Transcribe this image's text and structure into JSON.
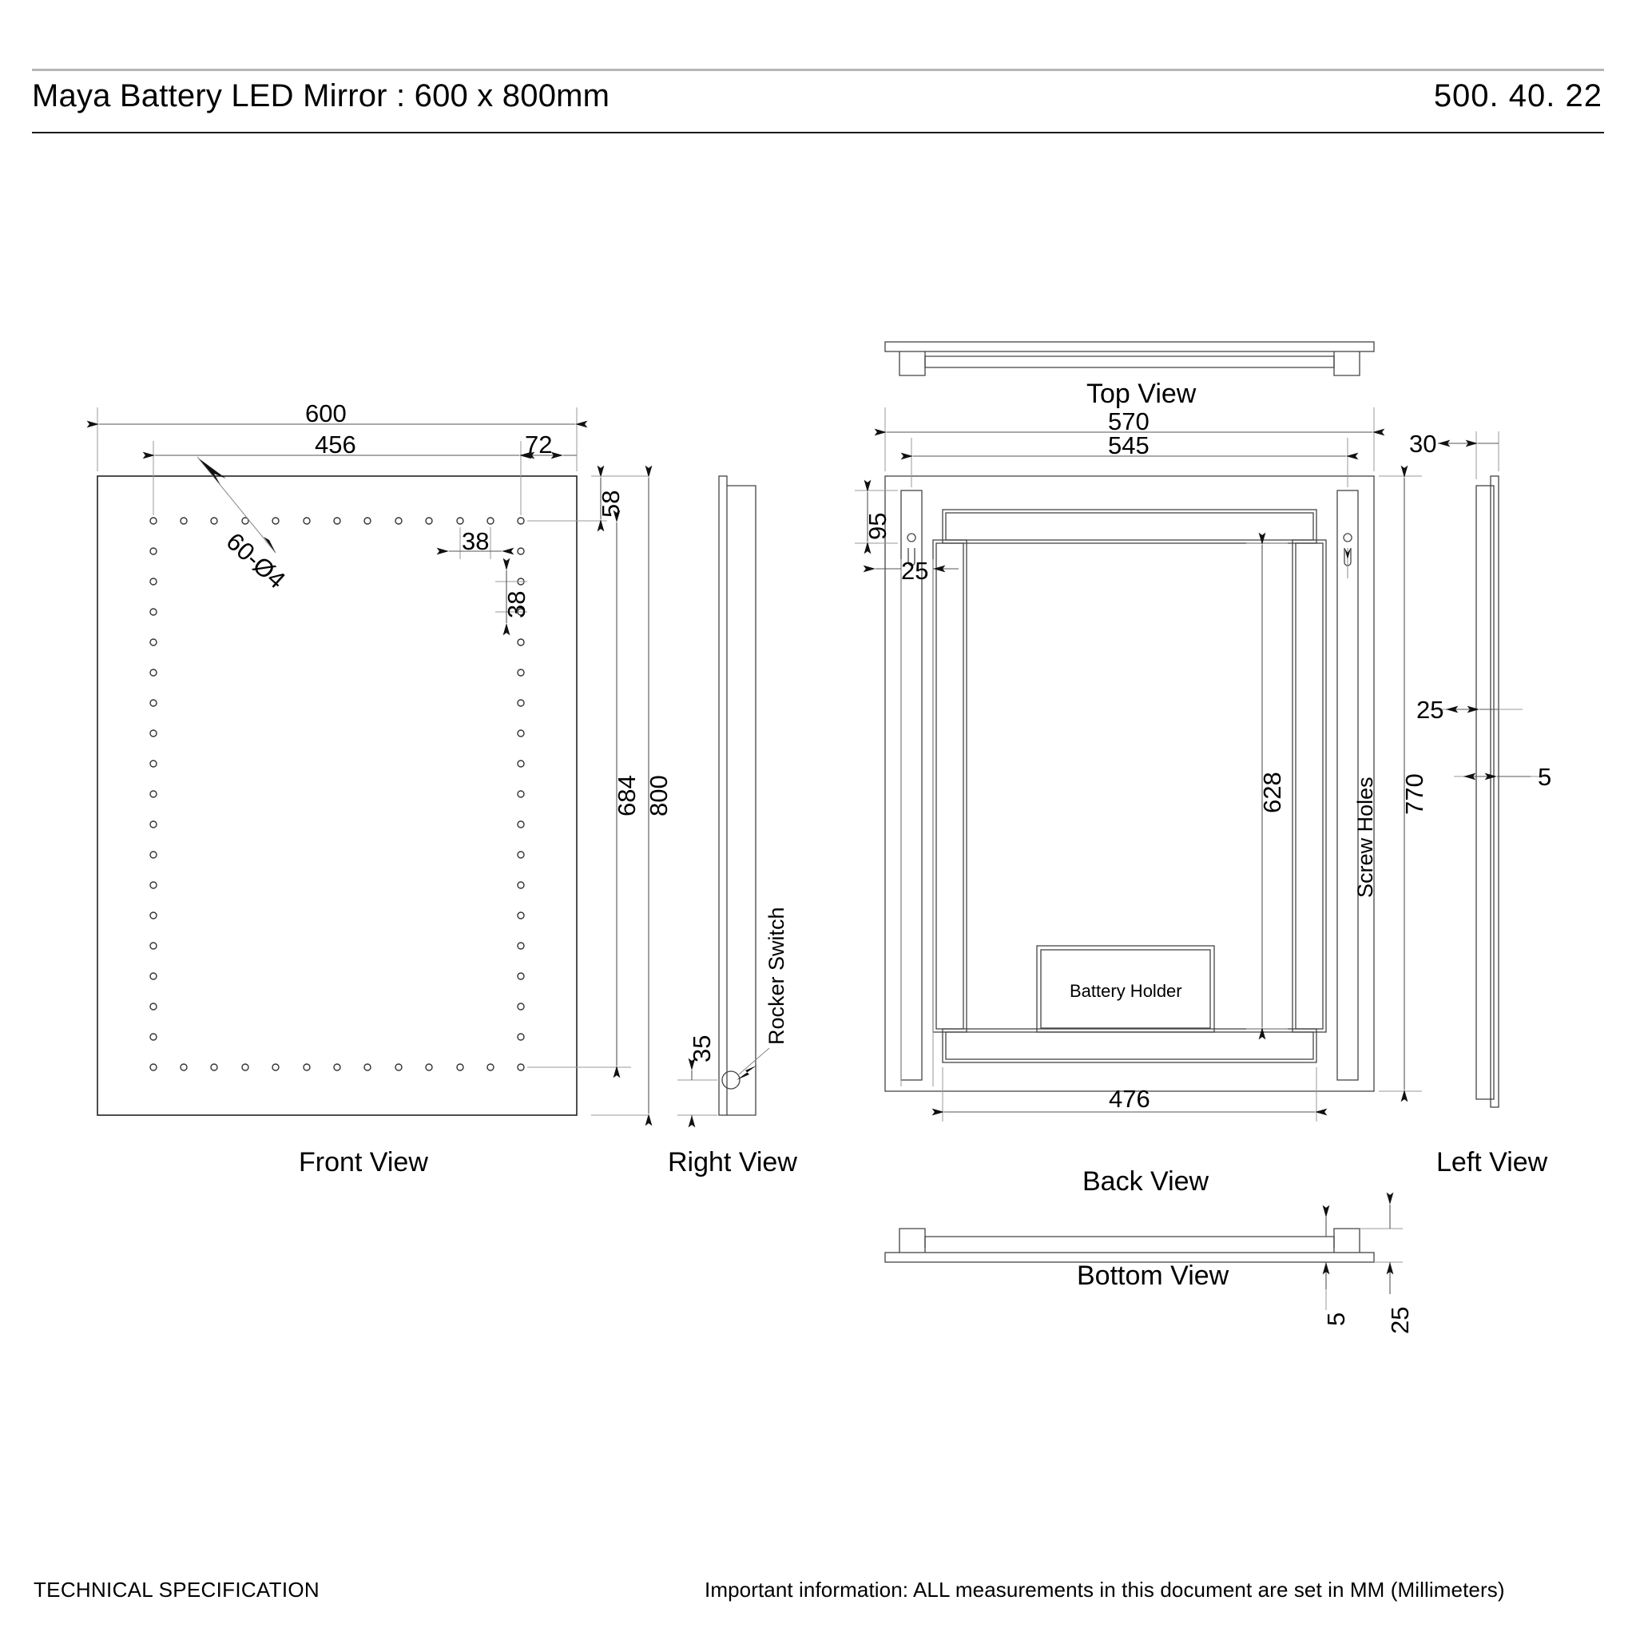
{
  "header": {
    "title": "Maya Battery LED Mirror : 600 x 800mm",
    "code": "500. 40. 22"
  },
  "footer": {
    "left": "TECHNICAL SPECIFICATION",
    "right": "Important information: ALL measurements in this document are set in MM (Millimeters)"
  },
  "views": {
    "front": {
      "caption": "Front View"
    },
    "right": {
      "caption": "Right  View"
    },
    "top": {
      "caption": "Top View"
    },
    "back": {
      "caption": "Back  View"
    },
    "left": {
      "caption": "Left View"
    },
    "bottom": {
      "caption": "Bottom View"
    }
  },
  "labels": {
    "led_callout": "60-Ø4",
    "rocker_switch": "Rocker Switch",
    "screw_holes": "Screw Holes",
    "battery_holder": "Battery Holder"
  },
  "dimensions": {
    "front_width_overall": "600",
    "front_width_inner": "456",
    "front_width_edge": "72",
    "front_top_offset": "58",
    "front_pitch_h": "38",
    "front_pitch_v": "38",
    "front_height_inner": "684",
    "front_height_overall": "800",
    "right_switch_offset": "35",
    "back_width_overall": "570",
    "back_width_brackets": "545",
    "back_bracket_top": "95",
    "back_bracket_width": "25",
    "back_inner_height": "628",
    "back_height_overall": "770",
    "back_width_inner": "476",
    "left_depth": "30",
    "left_bracket": "25",
    "left_thickness": "5",
    "bottom_thickness": "5",
    "bottom_bracket": "25"
  }
}
